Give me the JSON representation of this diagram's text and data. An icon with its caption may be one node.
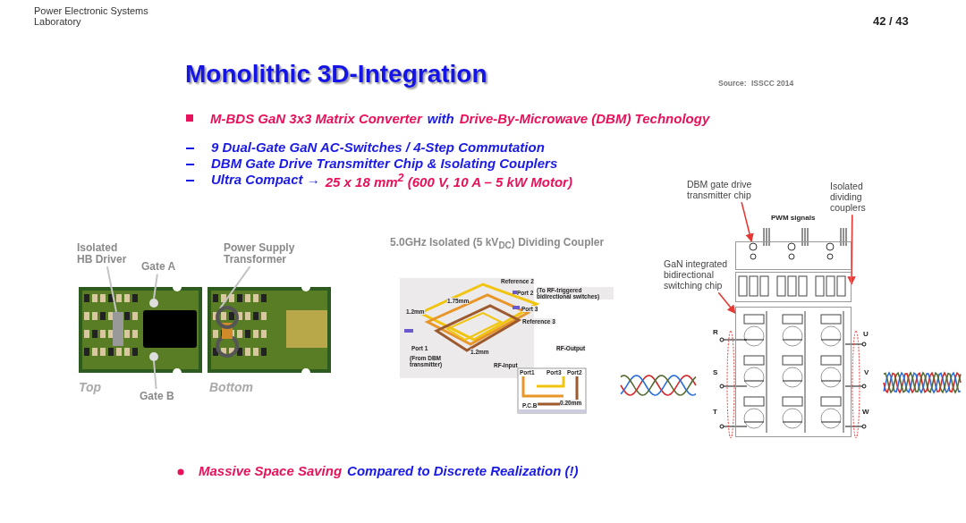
{
  "diagram": {
    "title": "Monolithic 3D-Integration",
    "nodes": [
      {
        "text": [
          "Isolated HB Driver"
        ]
      },
      {
        "text": [
          "Gate A"
        ]
      },
      {
        "text": [
          "Gate B"
        ]
      },
      {
        "text": [
          "Power Supply Transformer"
        ]
      },
      {
        "text": [
          "DBM gate drive transmitter chip"
        ]
      },
      {
        "text": [
          "Isolated dividing couplers"
        ]
      },
      {
        "text": [
          "GaN integrated bidirectional switching chip"
        ]
      },
      {
        "text": [],
        "shape": "box"
      },
      {
        "text": [],
        "shape": "circle"
      },
      {
        "text": [],
        "shape": "circle"
      },
      {
        "text": [],
        "shape": "circle"
      },
      {
        "text": [],
        "shape": "box"
      },
      {
        "text": [],
        "shape": "box"
      },
      {
        "text": [],
        "shape": "box"
      }
    ],
    "edges": [
      {
        "from": 0,
        "to": 7,
        "arrow": "none"
      },
      {
        "from": 1,
        "to": 8,
        "arrow": "none"
      },
      {
        "from": 2,
        "to": 9,
        "arrow": "none"
      },
      {
        "from": 3,
        "to": 10,
        "arrow": "none"
      },
      {
        "from": 4,
        "to": 11,
        "arrow": "to",
        "color": "#e53935"
      },
      {
        "from": 5,
        "to": 12,
        "arrow": "to",
        "color": "#e53935"
      },
      {
        "from": 6,
        "to": 13,
        "arrow": "to",
        "color": "#e53935"
      }
    ],
    "labels": [
      "Power Electronic Systems Laboratory",
      "42 / 43",
      "Source:",
      "ISSCC 2014",
      "M-BDS GaN 3x3 Matrix Converter",
      "with",
      "Drive-By-Microwave (DBM) Technology",
      "9 Dual-Gate GaN AC-Switches / 4-Step Commutation",
      "DBM Gate Drive Transmitter Chip & Isolating Couplers",
      "Ultra Compact →",
      "25 x 18 mm$^{2}$ (600 V, 10 A – 5 kW Motor)",
      "5.0GHz Isolated (5 kV$_{DC}$) Dividing Coupler",
      "Top",
      "Bottom",
      "Reference 2",
      "Port 2",
      "(To RF-triggered bidirectional switches)",
      "1.75mm",
      "1.2mm",
      "Port 3",
      "Reference 3",
      "Port 1",
      "(From DBM transmitter)",
      "1.2mm",
      "RF-Output",
      "RF-Input",
      "Port1",
      "Port3",
      "Port2",
      "P.C.B",
      "0.20mm",
      "PWM signals",
      "R",
      "S",
      "T",
      "U",
      "V",
      "W",
      "Massive Space Saving",
      "Compared to Discrete Realization (!)"
    ]
  }
}
